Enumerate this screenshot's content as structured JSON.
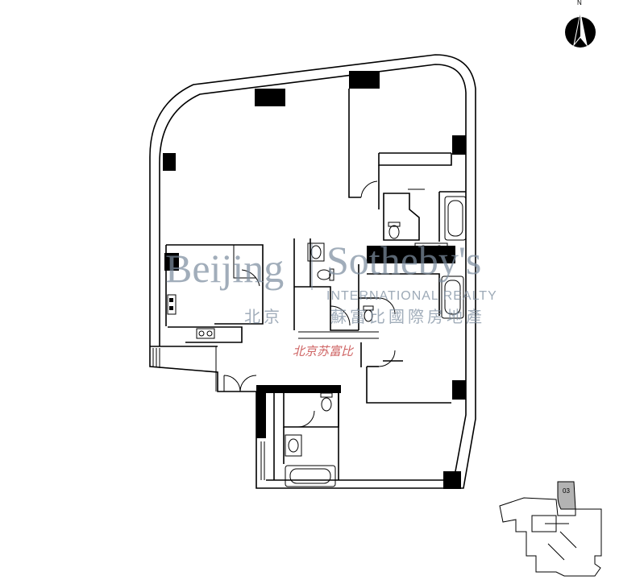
{
  "compass": {
    "north_label": "N"
  },
  "watermark": {
    "brand_primary": "Beijing",
    "brand_secondary": "Sotheby's",
    "tagline": "INTERNATIONAL REALTY",
    "brand_chinese_left": "北京",
    "brand_chinese_right": "蘇富比國際房地產",
    "stamp_text": "北京苏富比"
  },
  "key_plan": {
    "unit_label": "03",
    "highlight_color": "#b3b3b3"
  },
  "colors": {
    "line": "#000000",
    "watermark": "#7d8ea0",
    "stamp": "#c23b3b"
  }
}
